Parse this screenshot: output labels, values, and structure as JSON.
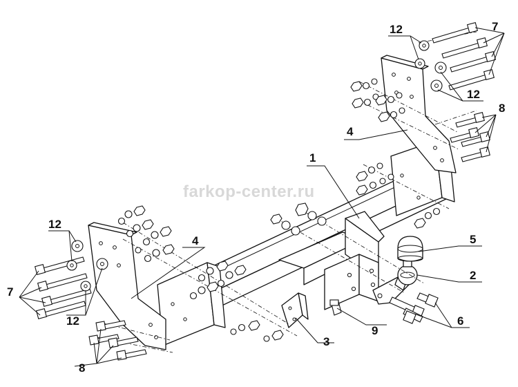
{
  "watermark": "farkop-center.ru",
  "callouts": {
    "c1": "1",
    "c2": "2",
    "c3": "3",
    "c4_left": "4",
    "c4_right": "4",
    "c5": "5",
    "c6": "6",
    "c7_left": "7",
    "c7_right": "7",
    "c8_left": "8",
    "c8_right": "8",
    "c9": "9",
    "c12_left_top": "12",
    "c12_left_bottom": "12",
    "c12_right_top": "12",
    "c12_right_bottom": "12"
  }
}
